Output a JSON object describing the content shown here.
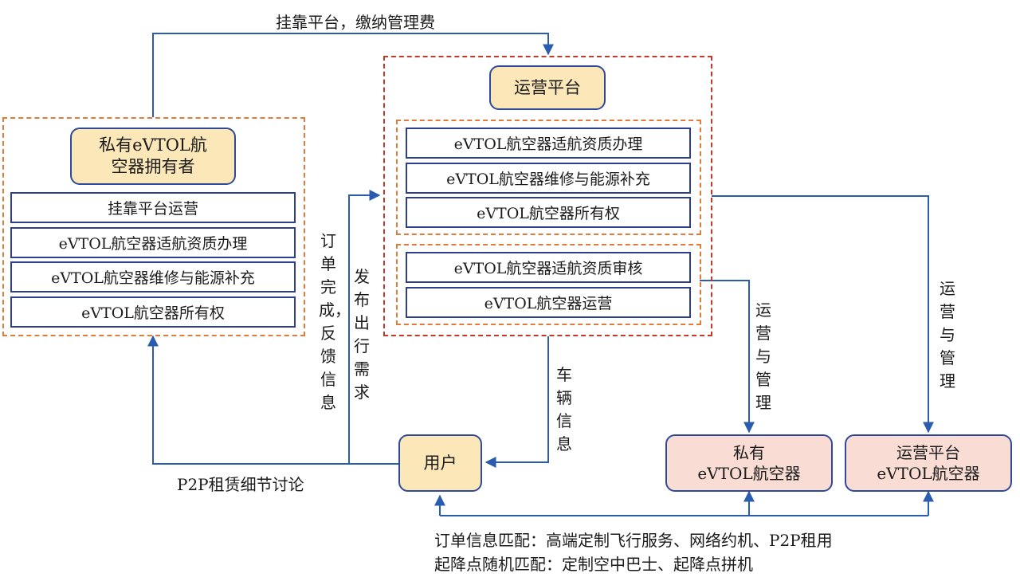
{
  "owner": {
    "title": "私有eVTOL航\n空器拥有者",
    "items": [
      "挂靠平台运营",
      "eVTOL航空器适航资质办理",
      "eVTOL航空器维修与能源补充",
      "eVTOL航空器所有权"
    ]
  },
  "platform": {
    "title": "运营平台",
    "group1": [
      "eVTOL航空器适航资质办理",
      "eVTOL航空器维修与能源补充",
      "eVTOL航空器所有权"
    ],
    "group2": [
      "eVTOL航空器适航资质审核",
      "eVTOL航空器运营"
    ]
  },
  "user": {
    "label": "用户"
  },
  "private_aircraft": {
    "label": "私有\neVTOL航空器"
  },
  "platform_aircraft": {
    "label": "运营平台\neVTOL航空器"
  },
  "edges": {
    "top": "挂靠平台，缴纳管理费",
    "order_feedback": "订单完成，反馈信息",
    "publish_demand": "发布出行需求",
    "vehicle_info": "车辆信息",
    "op_manage_1": "运营与管理",
    "op_manage_2": "运营与管理",
    "p2p": "P2P租赁细节讨论"
  },
  "notes": {
    "line1": "订单信息匹配：高端定制飞行服务、网络约机、P2P租用",
    "line2": "起降点随机匹配：定制空中巴士、起降点拼机"
  },
  "colors": {
    "arrow": "#2a5db0",
    "box_border": "#2f3e8c",
    "owner_dash": "#e07b39",
    "platform_dash": "#c0392b",
    "title_fill": "#fbe7b8",
    "pink_fill": "#f9dcd4"
  }
}
